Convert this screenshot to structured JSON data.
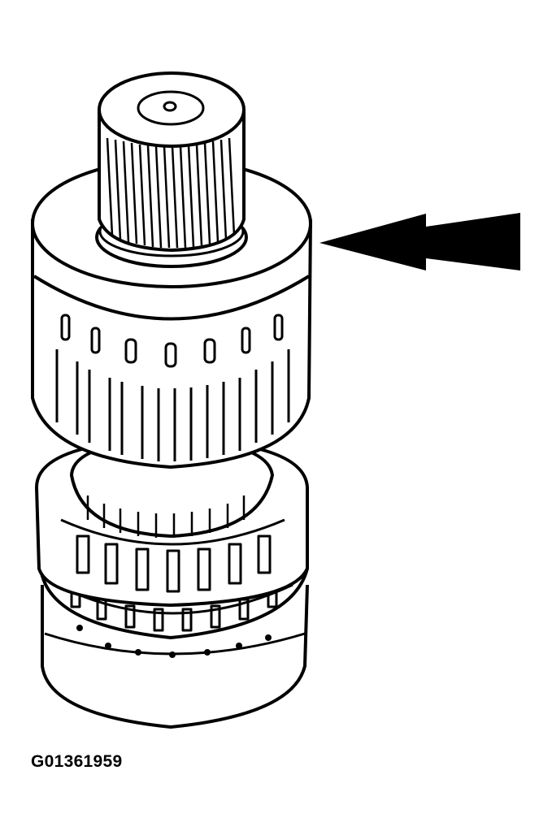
{
  "figure": {
    "subject": "transmission clutch drum and gear assembly",
    "caption": "G01361959",
    "colors": {
      "line": "#000000",
      "background": "#ffffff"
    },
    "callout": {
      "type": "double-arrow",
      "direction": "left",
      "points_to": "upper drum housing"
    }
  }
}
